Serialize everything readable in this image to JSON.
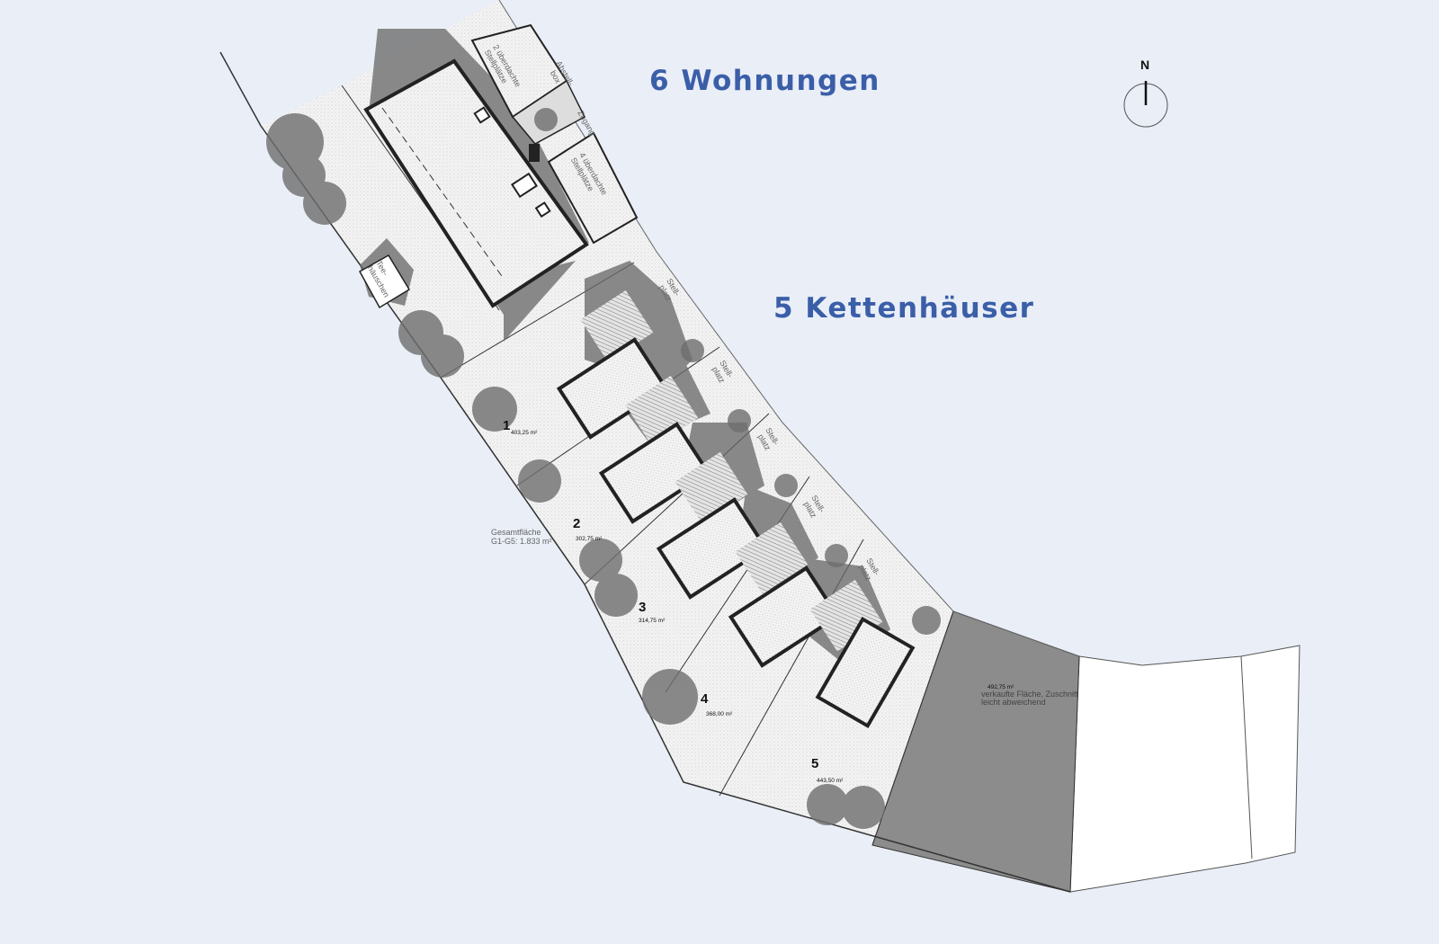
{
  "headings": {
    "apartments": "6 Wohnungen",
    "chain_houses": "5 Kettenhäuser"
  },
  "north_arrow": {
    "label": "N"
  },
  "plots": [
    {
      "number": "1",
      "area": "403,25 m²"
    },
    {
      "number": "2",
      "area": "302,75 m²"
    },
    {
      "number": "3",
      "area": "314,75 m²"
    },
    {
      "number": "4",
      "area": "368,00 m²"
    },
    {
      "number": "5",
      "area": "443,50 m²"
    }
  ],
  "total_area": {
    "line1": "Gesamtfläche",
    "line2": "G1-G5: 1.833 m²"
  },
  "sold_area": {
    "area": "492,75 m²",
    "line1": "verkaufte Fläche, Zuschnitt",
    "line2": "leicht abweichend"
  },
  "labels": {
    "carport2_l1": "2 überdachte",
    "carport2_l2": "Stellplätze",
    "storage_l1": "Abstell-",
    "storage_l2": "box",
    "access": "Zugang",
    "carport4_l1": "4 überdachte",
    "carport4_l2": "Stellplätze",
    "teahouse_l1": "Tee-",
    "teahouse_l2": "häuschen",
    "parking_l1": "Stell-",
    "parking_l2": "platz"
  },
  "colors": {
    "background": "#e9eef7",
    "heading": "#3b5ea8",
    "sold_area": "#8c8c8c",
    "tree": "#6e6e6e"
  }
}
